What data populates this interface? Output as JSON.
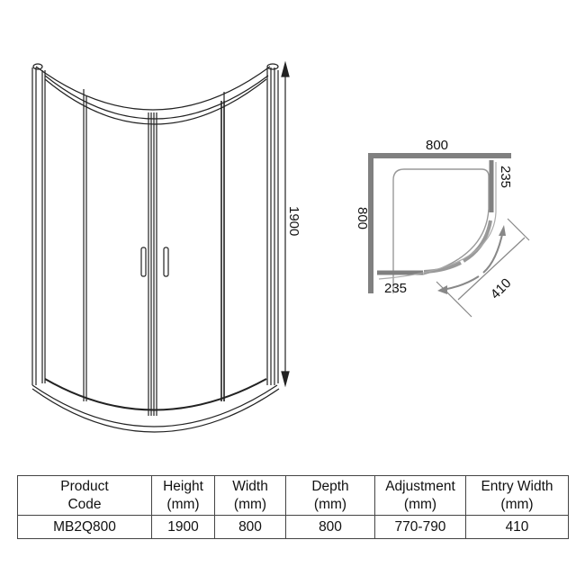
{
  "elevation": {
    "height_label": "1900"
  },
  "plan": {
    "width_label": "800",
    "depth_label": "800",
    "fixed_panel_right_label": "235",
    "fixed_panel_bottom_label": "235",
    "entry_width_label": "410"
  },
  "table": {
    "headers": [
      {
        "line1": "Product",
        "line2": "Code"
      },
      {
        "line1": "Height",
        "line2": "(mm)"
      },
      {
        "line1": "Width",
        "line2": "(mm)"
      },
      {
        "line1": "Depth",
        "line2": "(mm)"
      },
      {
        "line1": "Adjustment",
        "line2": "(mm)"
      },
      {
        "line1": "Entry Width",
        "line2": "(mm)"
      }
    ],
    "rows": [
      [
        "MB2Q800",
        "1900",
        "800",
        "800",
        "770-790",
        "410"
      ]
    ]
  },
  "colors": {
    "line": "#222222",
    "plan_wall": "#808080",
    "plan_glass": "#999999",
    "table_border": "#444444"
  }
}
